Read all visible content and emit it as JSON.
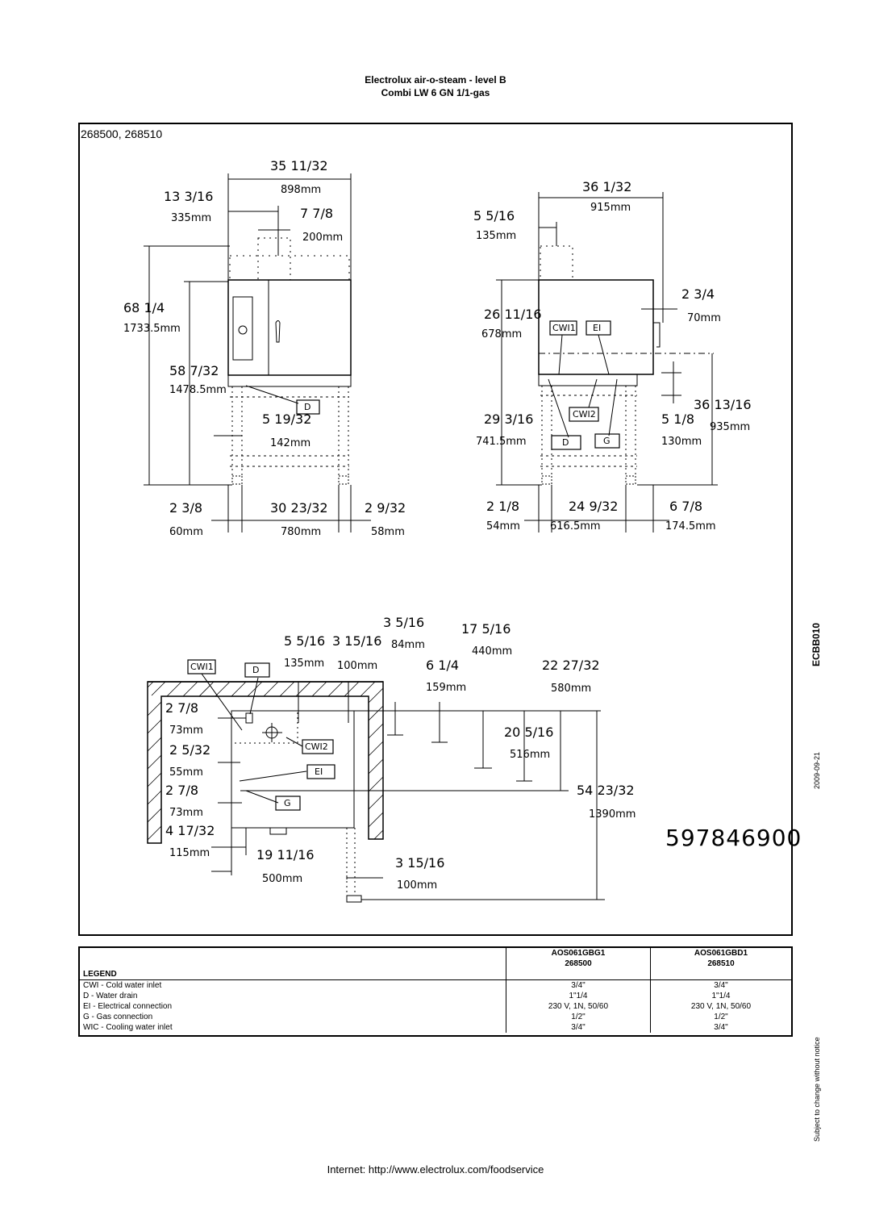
{
  "header": {
    "line1": "Electrolux air-o-steam - level B",
    "line2": "Combi LW 6 GN 1/1-gas"
  },
  "drawing": {
    "models": "268500, 268510",
    "part_number": "597846900",
    "front": {
      "width_in": "35 11/32",
      "width_mm": "898mm",
      "left_in": "13 3/16",
      "left_mm": "335mm",
      "top_in": "7 7/8",
      "top_mm": "200mm",
      "height_in": "68 1/4",
      "height_mm": "1733.5mm",
      "body_in": "58 7/32",
      "body_mm": "1478.5mm",
      "drain_in": "5 19/32",
      "drain_mm": "142mm",
      "foot_l_in": "2 3/8",
      "foot_l_mm": "60mm",
      "base_in": "30 23/32",
      "base_mm": "780mm",
      "foot_r_in": "2 9/32",
      "foot_r_mm": "58mm",
      "d_label": "D"
    },
    "side": {
      "depth_in": "36 1/32",
      "depth_mm": "915mm",
      "back_in": "5 5/16",
      "back_mm": "135mm",
      "handle_in": "2 3/4",
      "handle_mm": "70mm",
      "upper_in": "26 11/16",
      "upper_mm": "678mm",
      "lower_in": "29 3/16",
      "lower_mm": "741.5mm",
      "conn_in": "5 1/8",
      "conn_mm": "130mm",
      "total_in": "36 13/16",
      "total_mm": "935mm",
      "foot_l_in": "2 1/8",
      "foot_l_mm": "54mm",
      "base_in": "24 9/32",
      "base_mm": "616.5mm",
      "foot_r_in": "6 7/8",
      "foot_r_mm": "174.5mm",
      "labels": [
        "CWI1",
        "EI",
        "CWI2",
        "D",
        "G"
      ]
    },
    "plan": {
      "a_in": "5 5/16",
      "a_mm": "135mm",
      "b_in": "3 15/16",
      "b_mm": "100mm",
      "c_in": "3 5/16",
      "c_mm": "84mm",
      "d_in": "6 1/4",
      "d_mm": "159mm",
      "e_in": "17 5/16",
      "e_mm": "440mm",
      "f_in": "22 27/32",
      "f_mm": "580mm",
      "g_in": "20 5/16",
      "g_mm": "516mm",
      "h_in": "54 23/32",
      "h_mm": "1390mm",
      "l1_in": "2 7/8",
      "l1_mm": "73mm",
      "l2_in": "2 5/32",
      "l2_mm": "55mm",
      "l3_in": "2 7/8",
      "l3_mm": "73mm",
      "l4_in": "4 17/32",
      "l4_mm": "115mm",
      "w_in": "19 11/16",
      "w_mm": "500mm",
      "r_in": "3 15/16",
      "r_mm": "100mm",
      "labels": [
        "CWI1",
        "D",
        "CWI2",
        "EI",
        "G"
      ]
    }
  },
  "legend": {
    "title": "LEGEND",
    "col1": {
      "model": "AOS061GBG1",
      "code": "268500"
    },
    "col2": {
      "model": "AOS061GBD1",
      "code": "268510"
    },
    "rows": [
      {
        "label": "CWI - Cold water inlet",
        "v1": "3/4\"",
        "v2": "3/4\""
      },
      {
        "label": "D - Water drain",
        "v1": "1\"1/4",
        "v2": "1\"1/4"
      },
      {
        "label": "EI - Electrical connection",
        "v1": "230 V, 1N, 50/60",
        "v2": "230 V, 1N, 50/60"
      },
      {
        "label": "G - Gas connection",
        "v1": "1/2\"",
        "v2": "1/2\""
      },
      {
        "label": "WIC - Cooling water inlet",
        "v1": "3/4\"",
        "v2": "3/4\""
      }
    ]
  },
  "side_text": {
    "code": "ECBB010",
    "date": "2009-09-21",
    "notice": "Subject to change without notice"
  },
  "footer": "Internet: http://www.electrolux.com/foodservice"
}
